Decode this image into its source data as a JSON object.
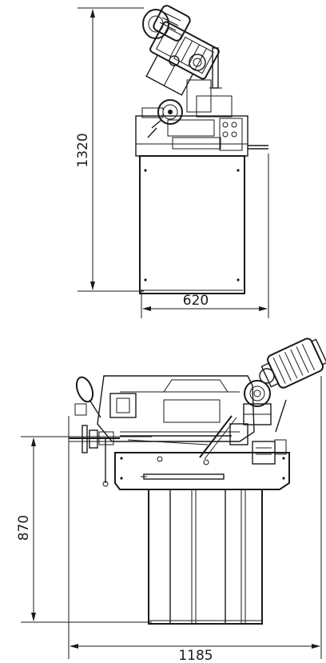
{
  "drawing": {
    "front_view": {
      "height_dimension": {
        "value": "1320"
      },
      "width_dimension": {
        "value": "620"
      }
    },
    "side_view": {
      "height_dimension": {
        "value": "870"
      },
      "length_dimension": {
        "value": "1185"
      }
    }
  }
}
